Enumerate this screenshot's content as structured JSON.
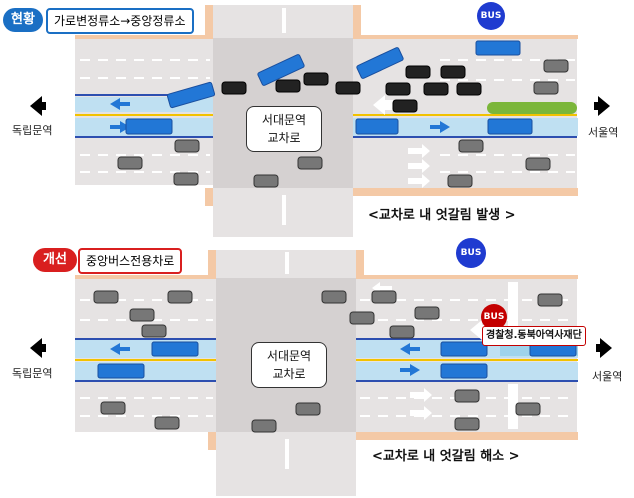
{
  "colors": {
    "current_badge": "#1a6fc4",
    "improved_badge": "#d91f1f",
    "bus_blue": "#2277d6",
    "bus_lane": "#bfe0f2",
    "road": "#e6e3e3",
    "intersection": "#d5d1d1"
  },
  "top": {
    "badge": "현황",
    "label": "가로변정류소→중앙정류소",
    "center_line1": "서대문역",
    "center_line2": "교차로",
    "bus_sign": "BUS",
    "left_dir": "독립문역",
    "right_dir": "서울역",
    "caption": "<교차로 내 엇갈림 발생 >"
  },
  "bottom": {
    "badge": "개선",
    "label": "중앙버스전용차로",
    "center_line1": "서대문역",
    "center_line2": "교차로",
    "bus_sign": "BUS",
    "bus_sign2": "BUS",
    "stop_label": "경찰청.동북아역사재단",
    "left_dir": "독립문역",
    "right_dir": "서울역",
    "caption": "<교차로 내 엇갈림 해소 >"
  },
  "icons": {
    "left_arrow": "left-arrow-icon",
    "right_arrow": "right-arrow-icon"
  }
}
